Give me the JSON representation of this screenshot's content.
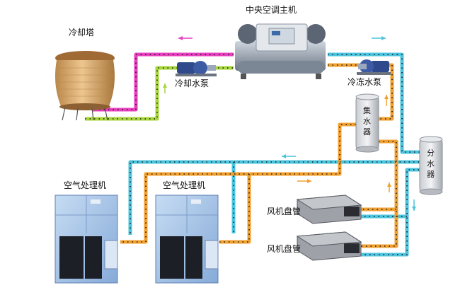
{
  "labels": {
    "chiller": "中央空调主机",
    "cooling_tower": "冷却塔",
    "cooling_pump": "冷却水泵",
    "chilled_pump": "冷冻水泵",
    "collector": [
      "集",
      "水",
      "器"
    ],
    "distributor": [
      "分",
      "水",
      "器"
    ],
    "ahu_1": "空气处理机",
    "ahu_2": "空气处理机",
    "fcu_1": "风机盘管",
    "fcu_2": "风机盘管"
  },
  "colors": {
    "cooling_supply": "#e83fbf",
    "cooling_return": "#a6d63c",
    "chilled_supply": "#4cc4de",
    "chilled_return": "#f0a030",
    "tower_body": "#e3b878",
    "ahu_frame": "#a9c7ea",
    "ahu_panel": "#1d1f26",
    "fcu_body": "#8d8f94",
    "pump_body": "#2f4a8c",
    "arrow_flow": "#e83fbf",
    "arrow_chilled": "#4cc4de"
  }
}
